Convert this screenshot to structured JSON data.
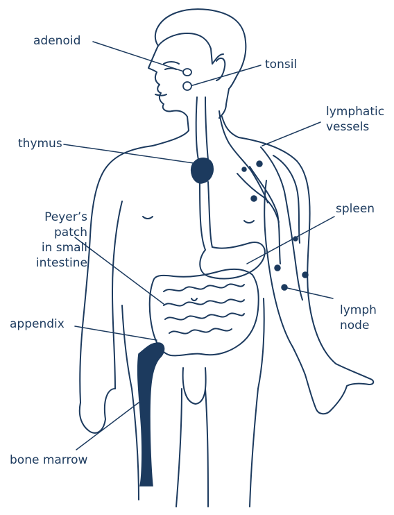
{
  "colors": {
    "ink": "#1c3a5e",
    "background": "#ffffff"
  },
  "labels": {
    "adenoid": "adenoid",
    "tonsil": "tonsil",
    "lymphatic_vessels": [
      "lymphatic",
      "vessels"
    ],
    "thymus": "thymus",
    "spleen": "spleen",
    "peyers_patch": [
      "Peyer’s",
      "patch",
      "in small",
      "intestine"
    ],
    "appendix": "appendix",
    "lymph_node": [
      "lymph",
      "node"
    ],
    "bone_marrow": "bone marrow"
  }
}
